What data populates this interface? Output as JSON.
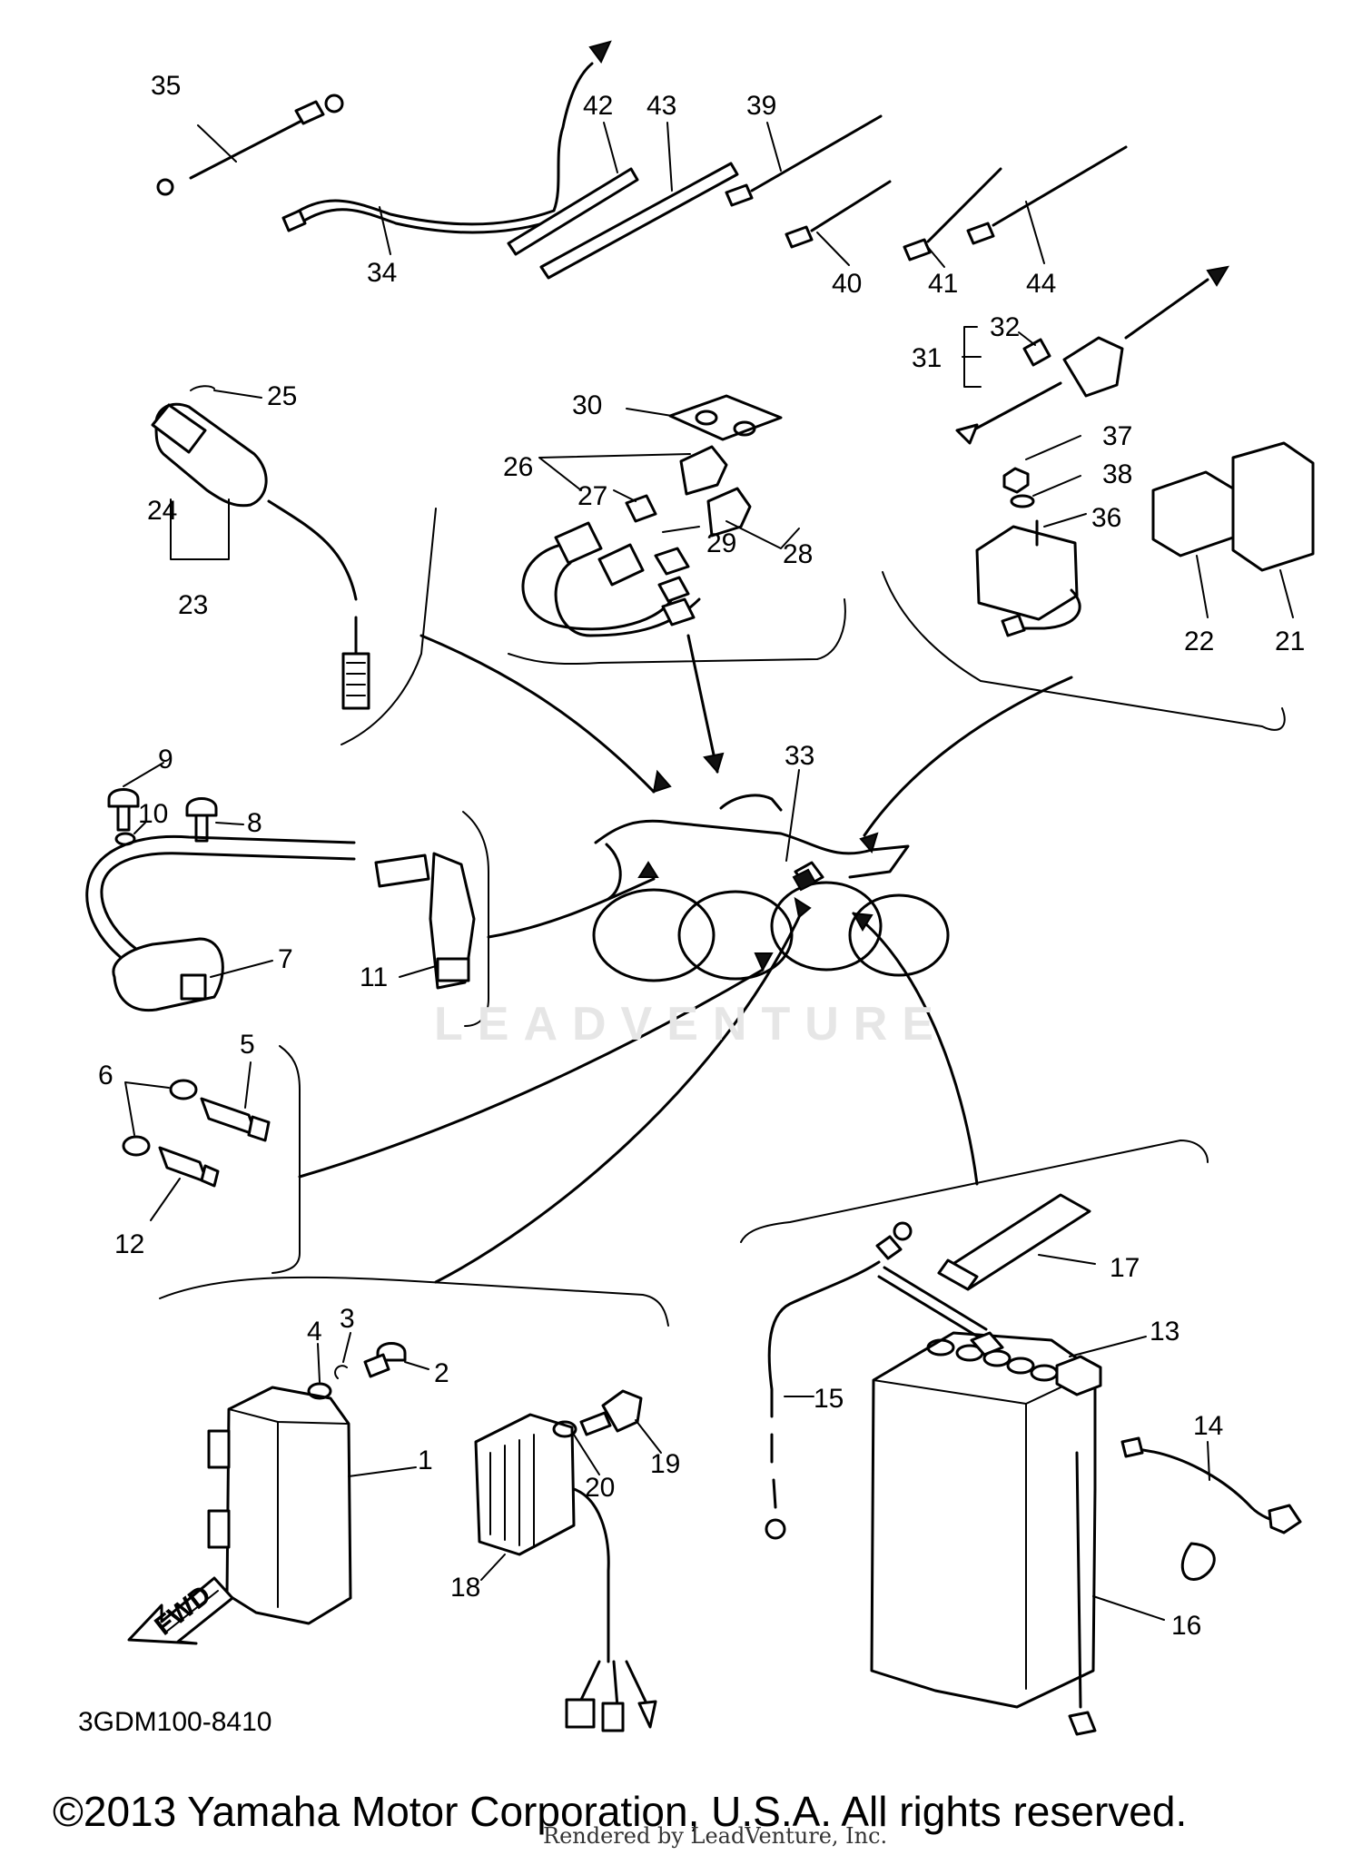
{
  "callouts": {
    "c1": "1",
    "c2": "2",
    "c3": "3",
    "c4": "4",
    "c5": "5",
    "c6": "6",
    "c7": "7",
    "c8": "8",
    "c9": "9",
    "c10": "10",
    "c11": "11",
    "c12": "12",
    "c13": "13",
    "c14": "14",
    "c15": "15",
    "c16": "16",
    "c17": "17",
    "c18": "18",
    "c19": "19",
    "c20": "20",
    "c21": "21",
    "c22": "22",
    "c23": "23",
    "c24": "24",
    "c25": "25",
    "c26": "26",
    "c27": "27",
    "c28": "28",
    "c29": "29",
    "c30": "30",
    "c31": "31",
    "c32": "32",
    "c33": "33",
    "c34": "34",
    "c35": "35",
    "c36": "36",
    "c37": "37",
    "c38": "38",
    "c39": "39",
    "c40": "40",
    "c41": "41",
    "c42": "42",
    "c43": "43",
    "c44": "44"
  },
  "fwd_label": "FWD",
  "drawing_code": "3GDM100-8410",
  "watermark": "LEADVENTURE",
  "copyright": "©2013 Yamaha Motor Corporation, U.S.A. All rights reserved.",
  "rendered_by": "Rendered by LeadVenture, Inc."
}
